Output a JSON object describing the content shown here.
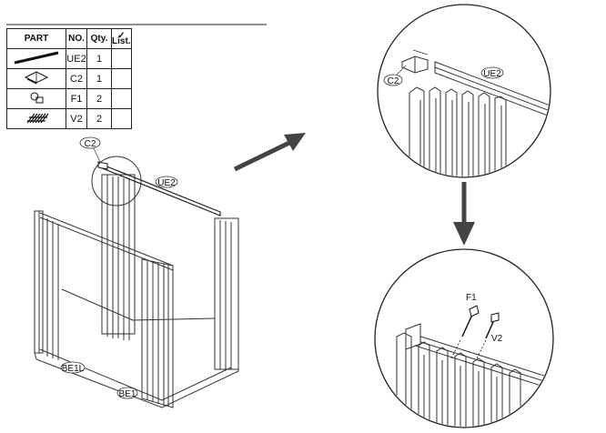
{
  "parts_table": {
    "headers": {
      "part": "PART",
      "no": "NO.",
      "qty": "Qty.",
      "list": "List."
    },
    "rows": [
      {
        "icon": "long-beam-icon",
        "no": "UE2",
        "qty": "1"
      },
      {
        "icon": "corner-bracket-icon",
        "no": "C2",
        "qty": "1"
      },
      {
        "icon": "bolt-icon",
        "no": "F1",
        "qty": "2"
      },
      {
        "icon": "nut-pack-icon",
        "no": "V2",
        "qty": "2"
      }
    ]
  },
  "callouts": {
    "main_c2": "C2",
    "main_ue2": "UE2",
    "base_left": "BE1L",
    "base": "BE1",
    "detail_c2": "C2",
    "detail_ue2": "UE2",
    "fastener_f1": "F1",
    "fastener_v2": "V2"
  }
}
